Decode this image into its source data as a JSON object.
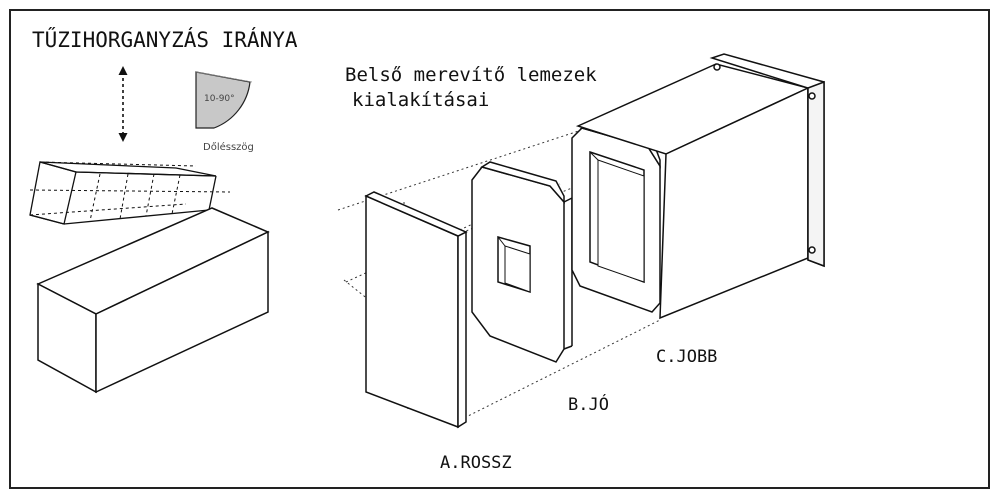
{
  "colors": {
    "line": "#111111",
    "fill_gray": "#c8c8c8",
    "background": "#ffffff"
  },
  "header": {
    "title": "TŰZIHORGANYZÁS IRÁNYA"
  },
  "legend": {
    "angle_text": "10-90°",
    "angle_caption": "Dőlésszög"
  },
  "section": {
    "title_line1": "Belső merevítő lemezek",
    "title_line2": "kialakításai"
  },
  "options": {
    "a_label": "A.ROSSZ",
    "b_label": "B.JÓ",
    "c_label": "C.JOBB"
  },
  "icons": {
    "double_arrow": "vertical-double-arrow-icon",
    "angle": "angle-sector-icon"
  }
}
